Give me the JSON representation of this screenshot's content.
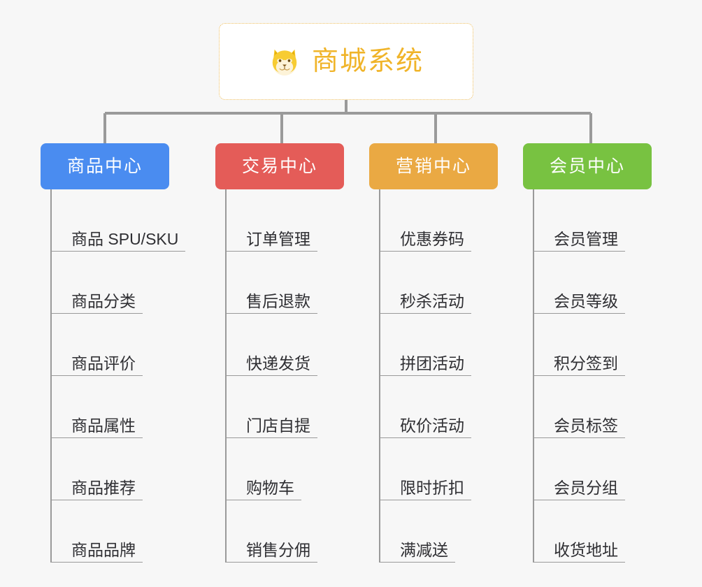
{
  "root": {
    "title": "商城系统",
    "icon": "dog-face-icon",
    "border_color": "#efbf5f",
    "text_color": "#f0b429",
    "background": "#ffffff"
  },
  "canvas": {
    "background": "#f7f7f7",
    "line_color": "#9a9a9a",
    "leaf_text_color": "#2f2f33"
  },
  "columns": [
    {
      "title": "商品中心",
      "color": "#4a8cf0",
      "items": [
        "商品 SPU/SKU",
        "商品分类",
        "商品评价",
        "商品属性",
        "商品推荐",
        "商品品牌"
      ]
    },
    {
      "title": "交易中心",
      "color": "#e45c58",
      "items": [
        "订单管理",
        "售后退款",
        "快递发货",
        "门店自提",
        "购物车",
        "销售分佣"
      ]
    },
    {
      "title": "营销中心",
      "color": "#eaa943",
      "items": [
        "优惠券码",
        "秒杀活动",
        "拼团活动",
        "砍价活动",
        "限时折扣",
        "满减送"
      ]
    },
    {
      "title": "会员中心",
      "color": "#78c241",
      "items": [
        "会员管理",
        "会员等级",
        "积分签到",
        "会员标签",
        "会员分组",
        "收货地址"
      ]
    }
  ]
}
